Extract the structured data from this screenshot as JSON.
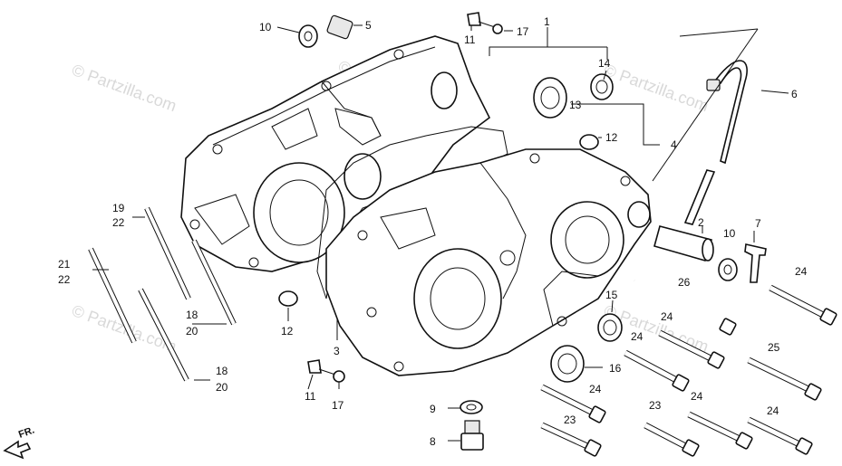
{
  "watermarks": [
    "© Partzilla.com",
    "© Partzilla.com",
    "© Partzilla.com",
    "© Partzilla.com",
    "© Partzilla.com",
    "© Partzilla.com"
  ],
  "front_marker": "FR.",
  "callouts": {
    "c1": "1",
    "c2": "2",
    "c3": "3",
    "c4": "4",
    "c5": "5",
    "c6": "6",
    "c7": "7",
    "c8": "8",
    "c9": "9",
    "c10a": "10",
    "c10b": "10",
    "c11a": "11",
    "c11b": "11",
    "c12a": "12",
    "c12b": "12",
    "c13": "13",
    "c14": "14",
    "c15": "15",
    "c16": "16",
    "c17a": "17",
    "c17b": "17",
    "c18a": "18",
    "c20a": "20",
    "c18b": "18",
    "c20b": "20",
    "c19": "19",
    "c22a": "22",
    "c21": "21",
    "c22b": "22",
    "c23a": "23",
    "c23b": "23",
    "c24a": "24",
    "c24b": "24",
    "c24c": "24",
    "c24d": "24",
    "c24e": "24",
    "c24f": "24",
    "c25": "25",
    "c26": "26"
  }
}
